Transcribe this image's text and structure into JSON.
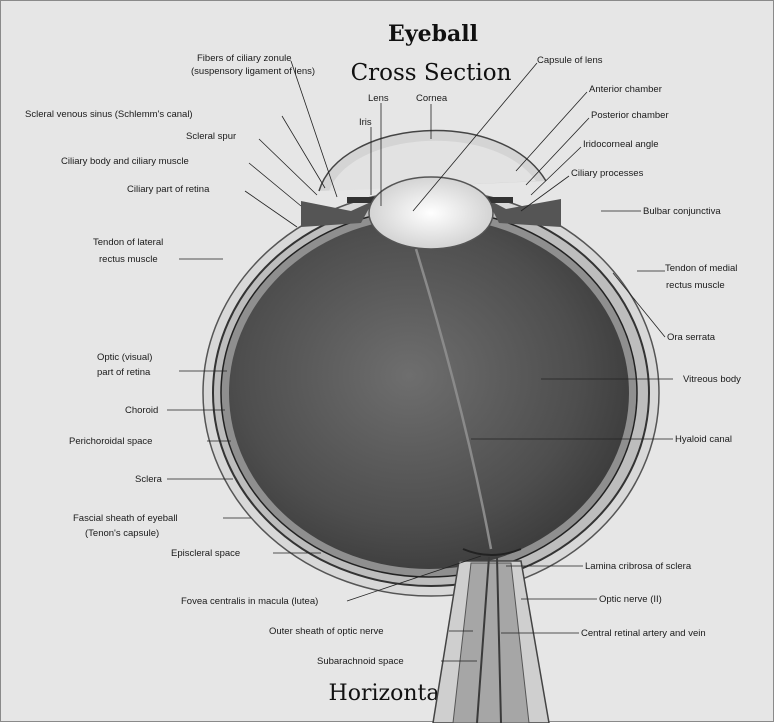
{
  "title": "Eyeball",
  "subtitle": "Cross Section",
  "footer": "Horizontal section",
  "labels": {
    "fibers_zonule": "Fibers of ciliary zonule",
    "suspensory": "(suspensory ligament of lens)",
    "capsule_lens": "Capsule of lens",
    "lens": "Lens",
    "cornea": "Cornea",
    "anterior_chamber": "Anterior chamber",
    "scleral_venous": "Scleral venous sinus (Schlemm's canal)",
    "iris": "Iris",
    "posterior_chamber": "Posterior chamber",
    "scleral_spur": "Scleral spur",
    "iridocorneal": "Iridocorneal angle",
    "ciliary_body": "Ciliary body and ciliary muscle",
    "ciliary_processes": "Ciliary processes",
    "ciliary_retina": "Ciliary part of retina",
    "bulbar": "Bulbar conjunctiva",
    "tendon_lateral_1": "Tendon of lateral",
    "tendon_lateral_2": "rectus muscle",
    "tendon_medial_1": "Tendon of medial",
    "tendon_medial_2": "rectus muscle",
    "ora_serrata": "Ora serrata",
    "optic_retina_1": "Optic (visual)",
    "optic_retina_2": "part of retina",
    "vitreous": "Vitreous body",
    "choroid": "Choroid",
    "perichoroidal": "Perichoroidal space",
    "hyaloid": "Hyaloid canal",
    "sclera": "Sclera",
    "fascial_1": "Fascial sheath of eyeball",
    "fascial_2": "(Tenon's capsule)",
    "episcleral": "Episcleral space",
    "lamina": "Lamina cribrosa of sclera",
    "fovea": "Fovea centralis in macula (lutea)",
    "optic_nerve": "Optic nerve (II)",
    "outer_sheath": "Outer sheath of optic nerve",
    "central_artery": "Central retinal artery and vein",
    "subarachnoid": "Subarachnoid space"
  }
}
